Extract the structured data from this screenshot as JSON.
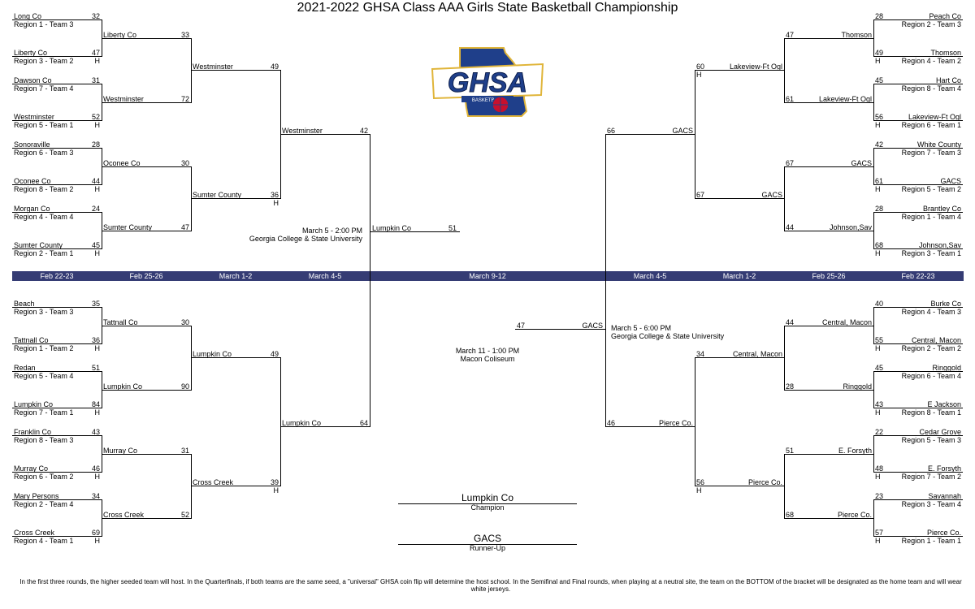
{
  "title": "2021-2022 GHSA Class AAA Girls State Basketball Championship",
  "logo": {
    "letters": "GHSA",
    "sub": "BASKETBALL"
  },
  "colors": {
    "band": "#353c74",
    "logo_blue": "#1f3f8a",
    "logo_gold": "#e0b53a",
    "logo_red": "#c8102e"
  },
  "rounds": [
    "Feb 22-23",
    "Feb 25-26",
    "March 1-2",
    "March 4-5",
    "March 9-12",
    "March 4-5",
    "March 1-2",
    "Feb 25-26",
    "Feb 22-23"
  ],
  "venues": {
    "sf_left_time": "March 5 - 2:00 PM",
    "sf_left_place": "Georgia College & State University",
    "sf_right_time": "March 5 - 6:00 PM",
    "sf_right_place": "Georgia College & State University",
    "final_time": "March 11 - 1:00 PM",
    "final_place": "Macon Coliseum"
  },
  "final": {
    "top_team": "Lumpkin Co",
    "top_score": "51",
    "bottom_team": "GACS",
    "bottom_score": "47"
  },
  "champion": {
    "team": "Lumpkin Co",
    "label": "Champion"
  },
  "runner_up": {
    "team": "GACS",
    "label": "Runner-Up"
  },
  "footer": "In the first three rounds, the higher seeded team will host. In the Quarterfinals, if both teams are the same seed, a \"universal\" GHSA coin flip will determine the host school. In the Semifinal and Final rounds, when playing at a neutral site, the team on the BOTTOM of the bracket will be designated as the home team and will wear white jerseys.",
  "left_r1": [
    {
      "team": "Long Co",
      "seed": "Region 1 - Team 3",
      "score": "32",
      "home": ""
    },
    {
      "team": "Liberty Co",
      "seed": "Region 3 - Team 2",
      "score": "47",
      "home": "H"
    },
    {
      "team": "Dawson Co",
      "seed": "Region 7 - Team 4",
      "score": "31",
      "home": ""
    },
    {
      "team": "Westminster",
      "seed": "Region 5 - Team 1",
      "score": "52",
      "home": "H"
    },
    {
      "team": "Sonoraville",
      "seed": "Region 6 - Team 3",
      "score": "28",
      "home": ""
    },
    {
      "team": "Oconee Co",
      "seed": "Region 8 - Team 2",
      "score": "44",
      "home": "H"
    },
    {
      "team": "Morgan Co",
      "seed": "Region 4 - Team 4",
      "score": "24",
      "home": ""
    },
    {
      "team": "Sumter County",
      "seed": "Region 2 - Team 1",
      "score": "45",
      "home": "H"
    },
    {
      "team": "Beach",
      "seed": "Region 3 - Team 3",
      "score": "35",
      "home": ""
    },
    {
      "team": "Tattnall Co",
      "seed": "Region 1 - Team 2",
      "score": "36",
      "home": "H"
    },
    {
      "team": "Redan",
      "seed": "Region 5 - Team 4",
      "score": "51",
      "home": ""
    },
    {
      "team": "Lumpkin Co",
      "seed": "Region 7 - Team 1",
      "score": "84",
      "home": "H"
    },
    {
      "team": "Franklin Co",
      "seed": "Region 8 - Team 3",
      "score": "43",
      "home": ""
    },
    {
      "team": "Murray Co",
      "seed": "Region 6 - Team 2",
      "score": "46",
      "home": "H"
    },
    {
      "team": "Mary Persons",
      "seed": "Region 2 - Team 4",
      "score": "34",
      "home": ""
    },
    {
      "team": "Cross Creek",
      "seed": "Region 4 - Team 1",
      "score": "69",
      "home": "H"
    }
  ],
  "left_r2": [
    {
      "team": "Liberty Co",
      "score": "33",
      "home": ""
    },
    {
      "team": "Westminster",
      "score": "72",
      "home": ""
    },
    {
      "team": "Oconee Co",
      "score": "30",
      "home": ""
    },
    {
      "team": "Sumter County",
      "score": "47",
      "home": ""
    },
    {
      "team": "Tattnall Co",
      "score": "30",
      "home": ""
    },
    {
      "team": "Lumpkin Co",
      "score": "90",
      "home": ""
    },
    {
      "team": "Murray Co",
      "score": "31",
      "home": ""
    },
    {
      "team": "Cross Creek",
      "score": "52",
      "home": ""
    }
  ],
  "left_r3": [
    {
      "team": "Westminster",
      "score": "49",
      "home": ""
    },
    {
      "team": "Sumter County",
      "score": "36",
      "home": "H"
    },
    {
      "team": "Lumpkin Co",
      "score": "49",
      "home": ""
    },
    {
      "team": "Cross Creek",
      "score": "39",
      "home": "H"
    }
  ],
  "left_r4": [
    {
      "team": "Westminster",
      "score": "42",
      "home": ""
    },
    {
      "team": "Lumpkin Co",
      "score": "64",
      "home": ""
    }
  ],
  "right_r1": [
    {
      "team": "Peach Co",
      "seed": "Region 2 - Team 3",
      "score": "28",
      "home": ""
    },
    {
      "team": "Thomson",
      "seed": "Region 4 - Team 2",
      "score": "49",
      "home": "H"
    },
    {
      "team": "Hart Co",
      "seed": "Region  8 - Team 4",
      "score": "45",
      "home": ""
    },
    {
      "team": "Lakeview-Ft Ogl",
      "seed": "Region 6 - Team 1",
      "score": "56",
      "home": "H"
    },
    {
      "team": "White County",
      "seed": "Region 7 - Team 3",
      "score": "42",
      "home": ""
    },
    {
      "team": "GACS",
      "seed": "Region 5 - Team 2",
      "score": "61",
      "home": "H"
    },
    {
      "team": "Brantley Co",
      "seed": "Region 1 - Team 4",
      "score": "28",
      "home": ""
    },
    {
      "team": "Johnson,Sav",
      "seed": "Region 3 - Team 1",
      "score": "68",
      "home": "H"
    },
    {
      "team": "Burke Co",
      "seed": "Region 4 - Team 3",
      "score": "40",
      "home": ""
    },
    {
      "team": "Central, Macon",
      "seed": "Region 2 - Team 2",
      "score": "55",
      "home": "H"
    },
    {
      "team": "Ringgold",
      "seed": "Region 6 - Team 4",
      "score": "45",
      "home": ""
    },
    {
      "team": "E Jackson",
      "seed": "Region 8 - Team 1",
      "score": "43",
      "home": "H"
    },
    {
      "team": "Cedar Grove",
      "seed": "Region 5 - Team 3",
      "score": "22",
      "home": ""
    },
    {
      "team": "E. Forsyth",
      "seed": "Region 7 - Team 2",
      "score": "48",
      "home": "H"
    },
    {
      "team": "Savannah",
      "seed": "Region 3 - Team 4",
      "score": "23",
      "home": ""
    },
    {
      "team": "Pierce Co.",
      "seed": "Region 1 - Team 1",
      "score": "57",
      "home": "H"
    }
  ],
  "right_r2": [
    {
      "team": "Thomson",
      "score": "47",
      "home": ""
    },
    {
      "team": "Lakeview-Ft Ogl",
      "score": "61",
      "home": ""
    },
    {
      "team": "GACS",
      "score": "67",
      "home": ""
    },
    {
      "team": "Johnson,Sav",
      "score": "44",
      "home": ""
    },
    {
      "team": "Central, Macon",
      "score": "44",
      "home": ""
    },
    {
      "team": "Ringgold",
      "score": "28",
      "home": ""
    },
    {
      "team": "E. Forsyth",
      "score": "51",
      "home": ""
    },
    {
      "team": "Pierce Co.",
      "score": "68",
      "home": ""
    }
  ],
  "right_r3": [
    {
      "team": "Lakeview-Ft Ogl",
      "score": "60",
      "home": "H"
    },
    {
      "team": "GACS",
      "score": "67",
      "home": ""
    },
    {
      "team": "Central, Macon",
      "score": "34",
      "home": ""
    },
    {
      "team": "Pierce Co.",
      "score": "56",
      "home": "H"
    }
  ],
  "right_r4": [
    {
      "team": "GACS",
      "score": "66",
      "home": ""
    },
    {
      "team": "Pierce Co.",
      "score": "46",
      "home": ""
    }
  ]
}
